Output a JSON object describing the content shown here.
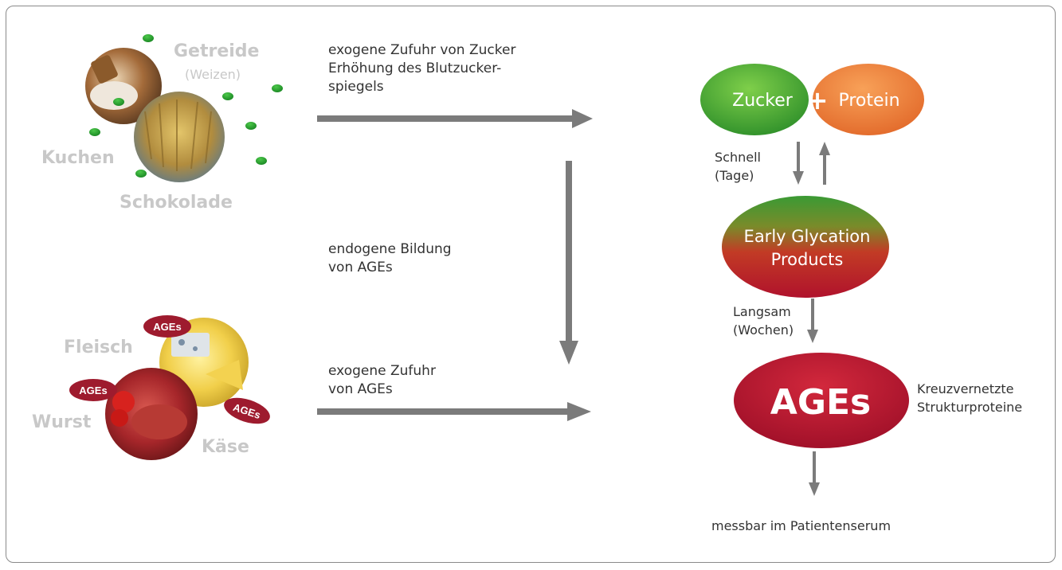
{
  "food_sugar": {
    "getreide": "Getreide",
    "weizen": "(Weizen)",
    "kuchen": "Kuchen",
    "schokolade": "Schokolade"
  },
  "food_ages": {
    "fleisch": "Fleisch",
    "wurst": "Wurst",
    "kaese": "Käse",
    "tag": "AGEs"
  },
  "arrows": {
    "exogen_zucker": "exogene Zufuhr von Zucker\nErhöhung des Blutzucker-\nspiegels",
    "endogen": "endogene Bildung\nvon AGEs",
    "exogen_ages": "exogene Zufuhr\nvon AGEs"
  },
  "flow": {
    "zucker": "Zucker",
    "plus": "+",
    "protein": "Protein",
    "schnell": "Schnell\n(Tage)",
    "early": "Early Glycation",
    "products": "Products",
    "langsam": "Langsam\n(Wochen)",
    "ages": "AGEs",
    "kreuz": "Kreuzvernetzte\nStrukturproteine",
    "messbar": "messbar im Patientenserum"
  },
  "colors": {
    "arrow": "#7b7b7b",
    "zucker_green": "#3aa535",
    "protein_orange": "#ec7a2e",
    "ages_red": "#b0122c"
  }
}
